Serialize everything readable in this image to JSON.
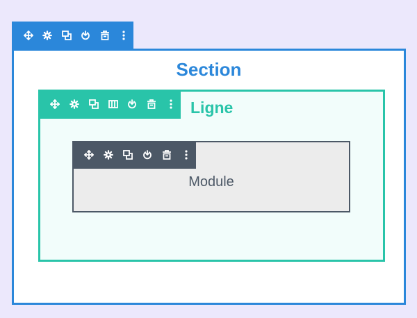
{
  "section": {
    "title": "Section",
    "color": "#2b87da",
    "toolbar": [
      "move-icon",
      "gear-icon",
      "duplicate-icon",
      "power-icon",
      "trash-icon",
      "more-icon"
    ]
  },
  "row": {
    "title": "Ligne",
    "color": "#29c4a9",
    "toolbar": [
      "move-icon",
      "gear-icon",
      "duplicate-icon",
      "columns-icon",
      "power-icon",
      "trash-icon",
      "more-icon"
    ]
  },
  "module": {
    "title": "Module",
    "color": "#4c5866",
    "toolbar": [
      "move-icon",
      "gear-icon",
      "duplicate-icon",
      "power-icon",
      "trash-icon",
      "more-icon"
    ]
  },
  "background_color": "#ece8fc"
}
